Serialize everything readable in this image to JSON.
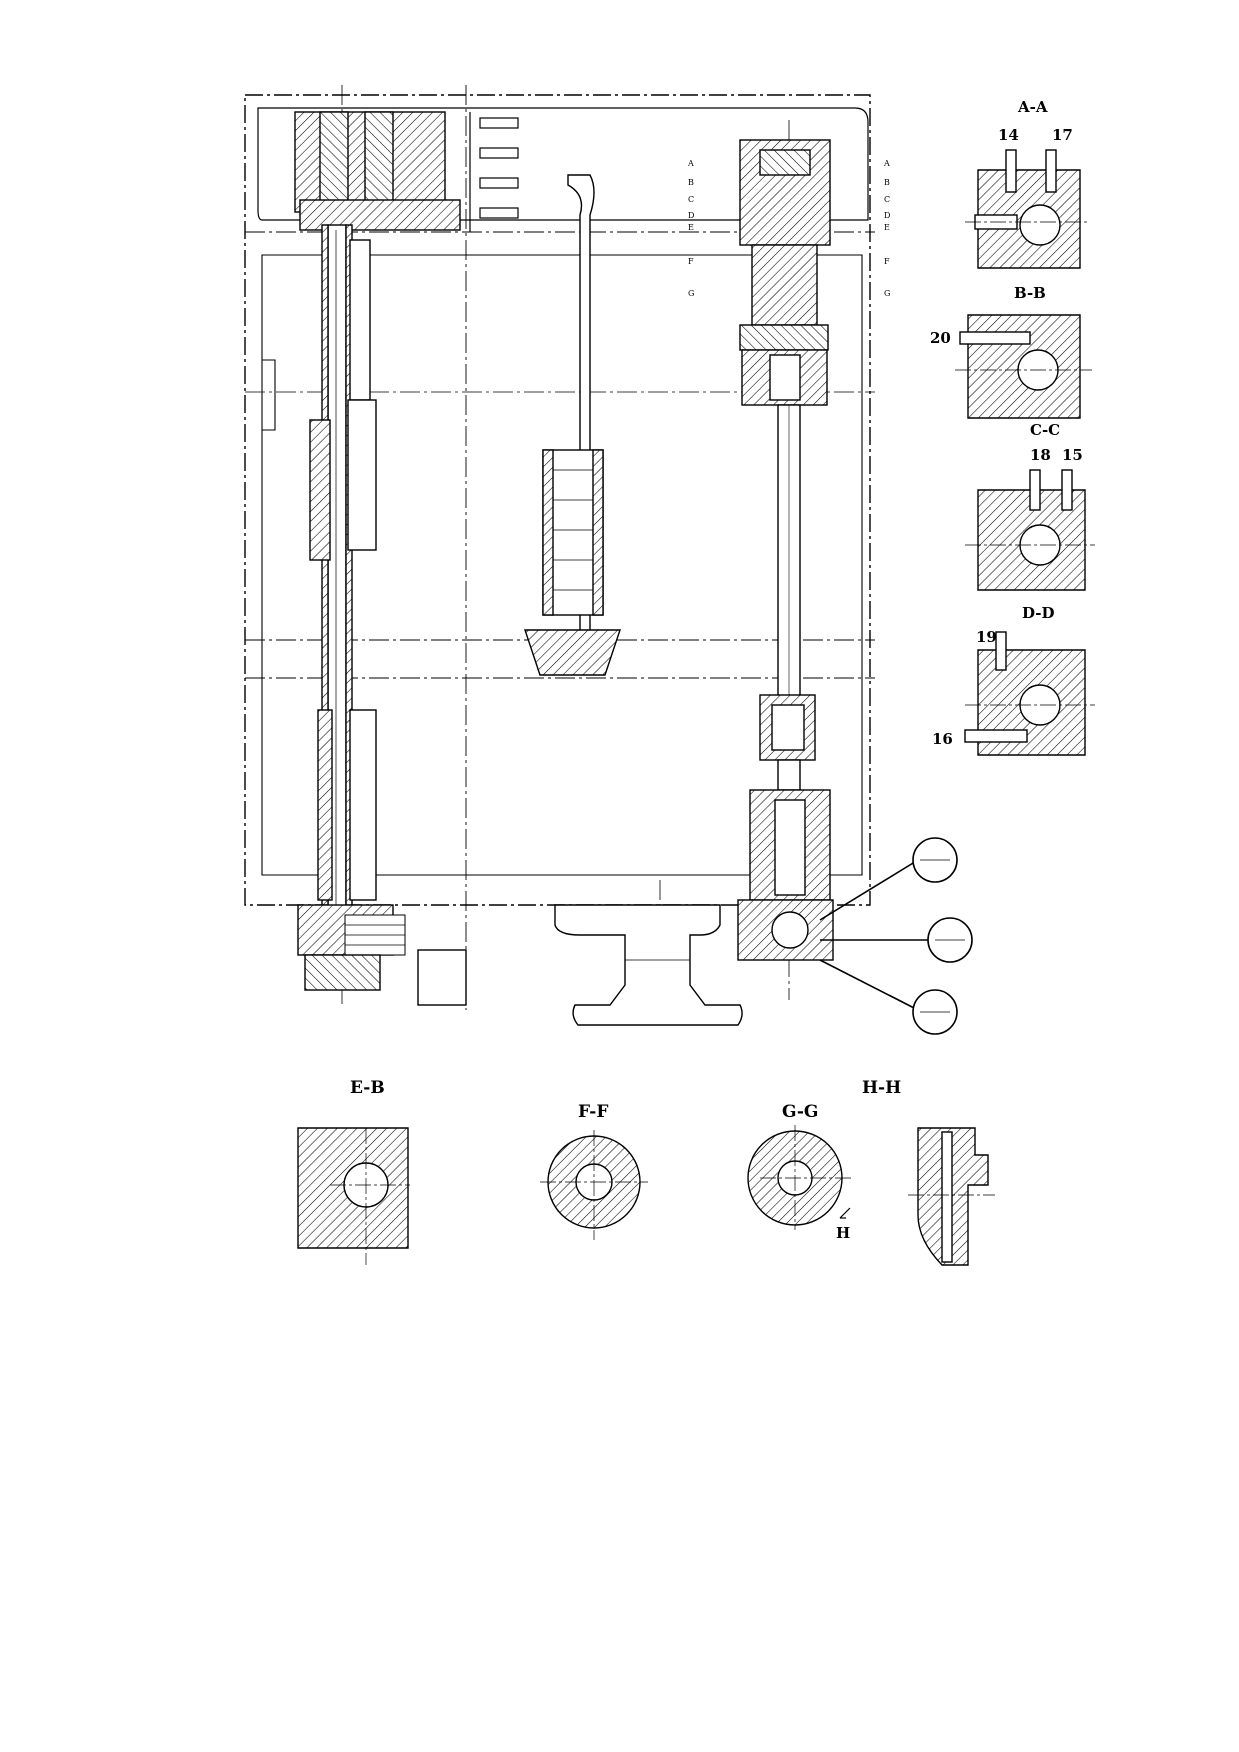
{
  "section_titles": {
    "aa": "A-A",
    "bb": "B-B",
    "cc": "C-C",
    "dd": "D-D",
    "eb": "E-B",
    "ff": "F-F",
    "gg": "G-G",
    "hh": "H-H"
  },
  "part_numbers": {
    "n14": "14",
    "n17": "17",
    "n20": "20",
    "n18": "18",
    "n15": "15",
    "n19": "19",
    "n16": "16"
  },
  "view_arrow_letter": "H",
  "cut_letters_left": [
    "A",
    "B",
    "C",
    "D",
    "E",
    "F",
    "G"
  ],
  "cut_letters_right": [
    "A",
    "B",
    "C",
    "D",
    "E",
    "F",
    "G"
  ]
}
